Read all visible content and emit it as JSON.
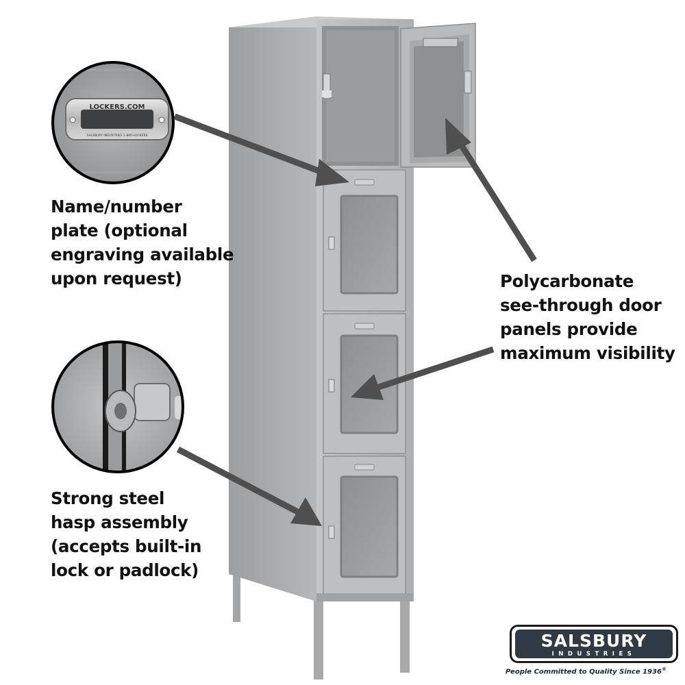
{
  "callouts": {
    "nameplate": {
      "lines": [
        "Name/number",
        "plate (optional",
        "engraving available",
        "upon request)"
      ],
      "plate_brand": "LOCKERS.COM",
      "plate_fine_print": "SALSBURY INDUSTRIES   1-800-LOCKERS"
    },
    "polycarbonate": {
      "lines": [
        "Polycarbonate",
        "see-through door",
        "panels provide",
        "maximum visibility"
      ]
    },
    "hasp": {
      "lines": [
        "Strong steel",
        "hasp assembly",
        "(accepts built-in",
        "lock or padlock)"
      ]
    }
  },
  "brand": {
    "name": "SALSBURY",
    "sub": "INDUSTRIES",
    "tagline": "People Committed to Quality Since 1936",
    "registered": "®"
  },
  "colors": {
    "locker_front": "#b9bbbd",
    "locker_side": "#a9abad",
    "arrow": "#4f4f4f",
    "logo_bg": "#2f3a44"
  }
}
